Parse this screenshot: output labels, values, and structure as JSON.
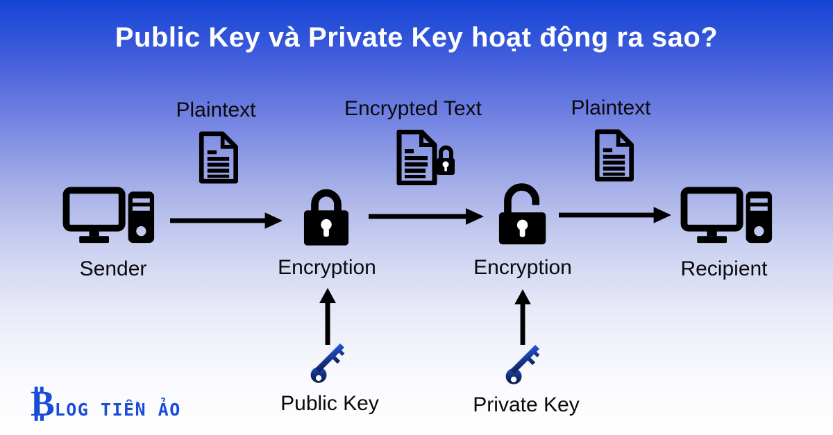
{
  "title": "Public Key và Private Key hoạt động ra sao?",
  "flow": {
    "stages": {
      "plaintext_1": "Plaintext",
      "encrypted_text": "Encrypted Text",
      "plaintext_2": "Plaintext"
    },
    "nodes": {
      "sender": "Sender",
      "encryption_1": "Encryption",
      "encryption_2": "Encryption",
      "recipient": "Recipient"
    },
    "keys": {
      "public_key": "Public Key",
      "private_key": "Private Key"
    }
  },
  "logo": {
    "symbol": "₿",
    "text": "LOG TIỀN ẢO"
  },
  "colors": {
    "background_top": "#1445d6",
    "background_middle": "#a9b2e8",
    "background_bottom": "#ffffff",
    "title_text": "#ffffff",
    "label_text": "#0a0a0a",
    "icon_color": "#000000",
    "key_gradient_dark": "#0a1533",
    "key_gradient_light": "#2458e8",
    "logo_blue": "#1b4cd8"
  }
}
